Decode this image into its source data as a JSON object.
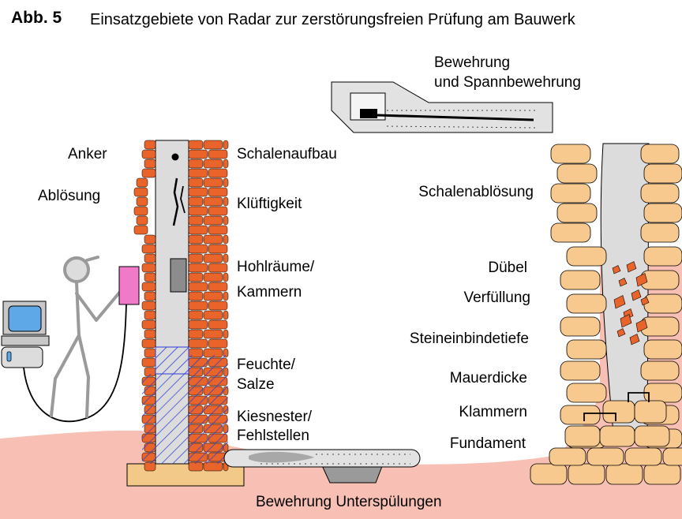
{
  "header": {
    "figure_label": "Abb. 5",
    "title": "Einsatzgebiete von Radar zur zerstörungsfreien Prüfung am Bauwerk"
  },
  "labels": {
    "anker": "Anker",
    "abloesung": "Ablösung",
    "schalenaufbau": "Schalenaufbau",
    "klueftigkeit": "Klüftigkeit",
    "hohlraeume_1": "Hohlräume/",
    "hohlraeume_2": "Kammern",
    "feuchte_1": "Feuchte/",
    "feuchte_2": "Salze",
    "kiesnester_1": "Kiesnester/",
    "kiesnester_2": "Fehlstellen",
    "bewehrung_1": "Bewehrung",
    "bewehrung_2": "und Spannbewehrung",
    "schalenabloesung": "Schalenablösung",
    "duebel": "Dübel",
    "verfuellung": "Verfüllung",
    "steineinbindetiefe": "Steineinbindetiefe",
    "mauerdicke": "Mauerdicke",
    "klammern": "Klammern",
    "fundament": "Fundament",
    "bottom": "Bewehrung Unterspülungen"
  },
  "colors": {
    "brick": "#e8642a",
    "stone": "#f8c98e",
    "ground": "#f8bfb4",
    "core": "#dcdcdc",
    "probe": "#f07ac8",
    "hatch": "#2b3ad6",
    "foundation": "#f3c98a"
  },
  "icons": [
    "person-icon",
    "computer-icon",
    "radar-probe-icon"
  ]
}
